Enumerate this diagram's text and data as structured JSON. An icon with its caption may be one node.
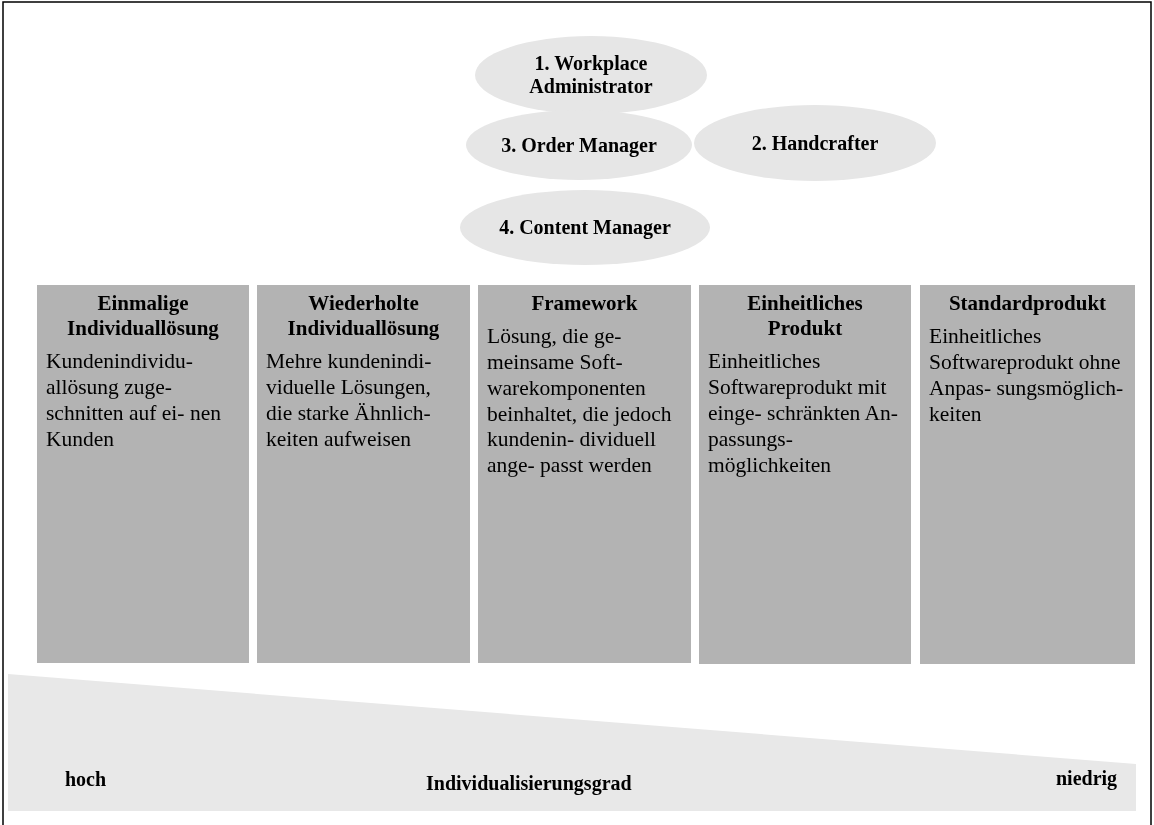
{
  "diagram": {
    "nodes": [
      {
        "text": [
          "1. Workplace Administrator"
        ]
      },
      {
        "text": [
          "3. Order Manager"
        ]
      },
      {
        "text": [
          "2. Handcrafter"
        ]
      },
      {
        "text": [
          "4. Content Manager"
        ]
      },
      {
        "text": [
          "Einmalige Individuallösung",
          "Kundenindividu- allösung zuge- schnitten auf ei- nen Kunden"
        ]
      },
      {
        "text": [
          "Wiederholte Individuallösung",
          "Mehre kundenindi- viduelle Lösungen, die starke Ähnlich- keiten aufweisen"
        ]
      },
      {
        "text": [
          "Framework",
          "Lösung, die ge- meinsame Soft- warekomponenten beinhaltet, die jedoch kundenin- dividuell ange- passt werden"
        ]
      },
      {
        "text": [
          "Einheitliches Produkt",
          "Einheitliches Softwareprodukt mit einge- schränkten An- passungs- möglichkeiten"
        ]
      },
      {
        "text": [
          "Standardprodukt",
          "Einheitliches Softwareprodukt ohne Anpas- sungsmöglich- keiten"
        ]
      },
      {
        "text": [
          "hoch",
          "Individualisierungsgrad",
          "niedrig"
        ]
      }
    ],
    "edges": []
  }
}
